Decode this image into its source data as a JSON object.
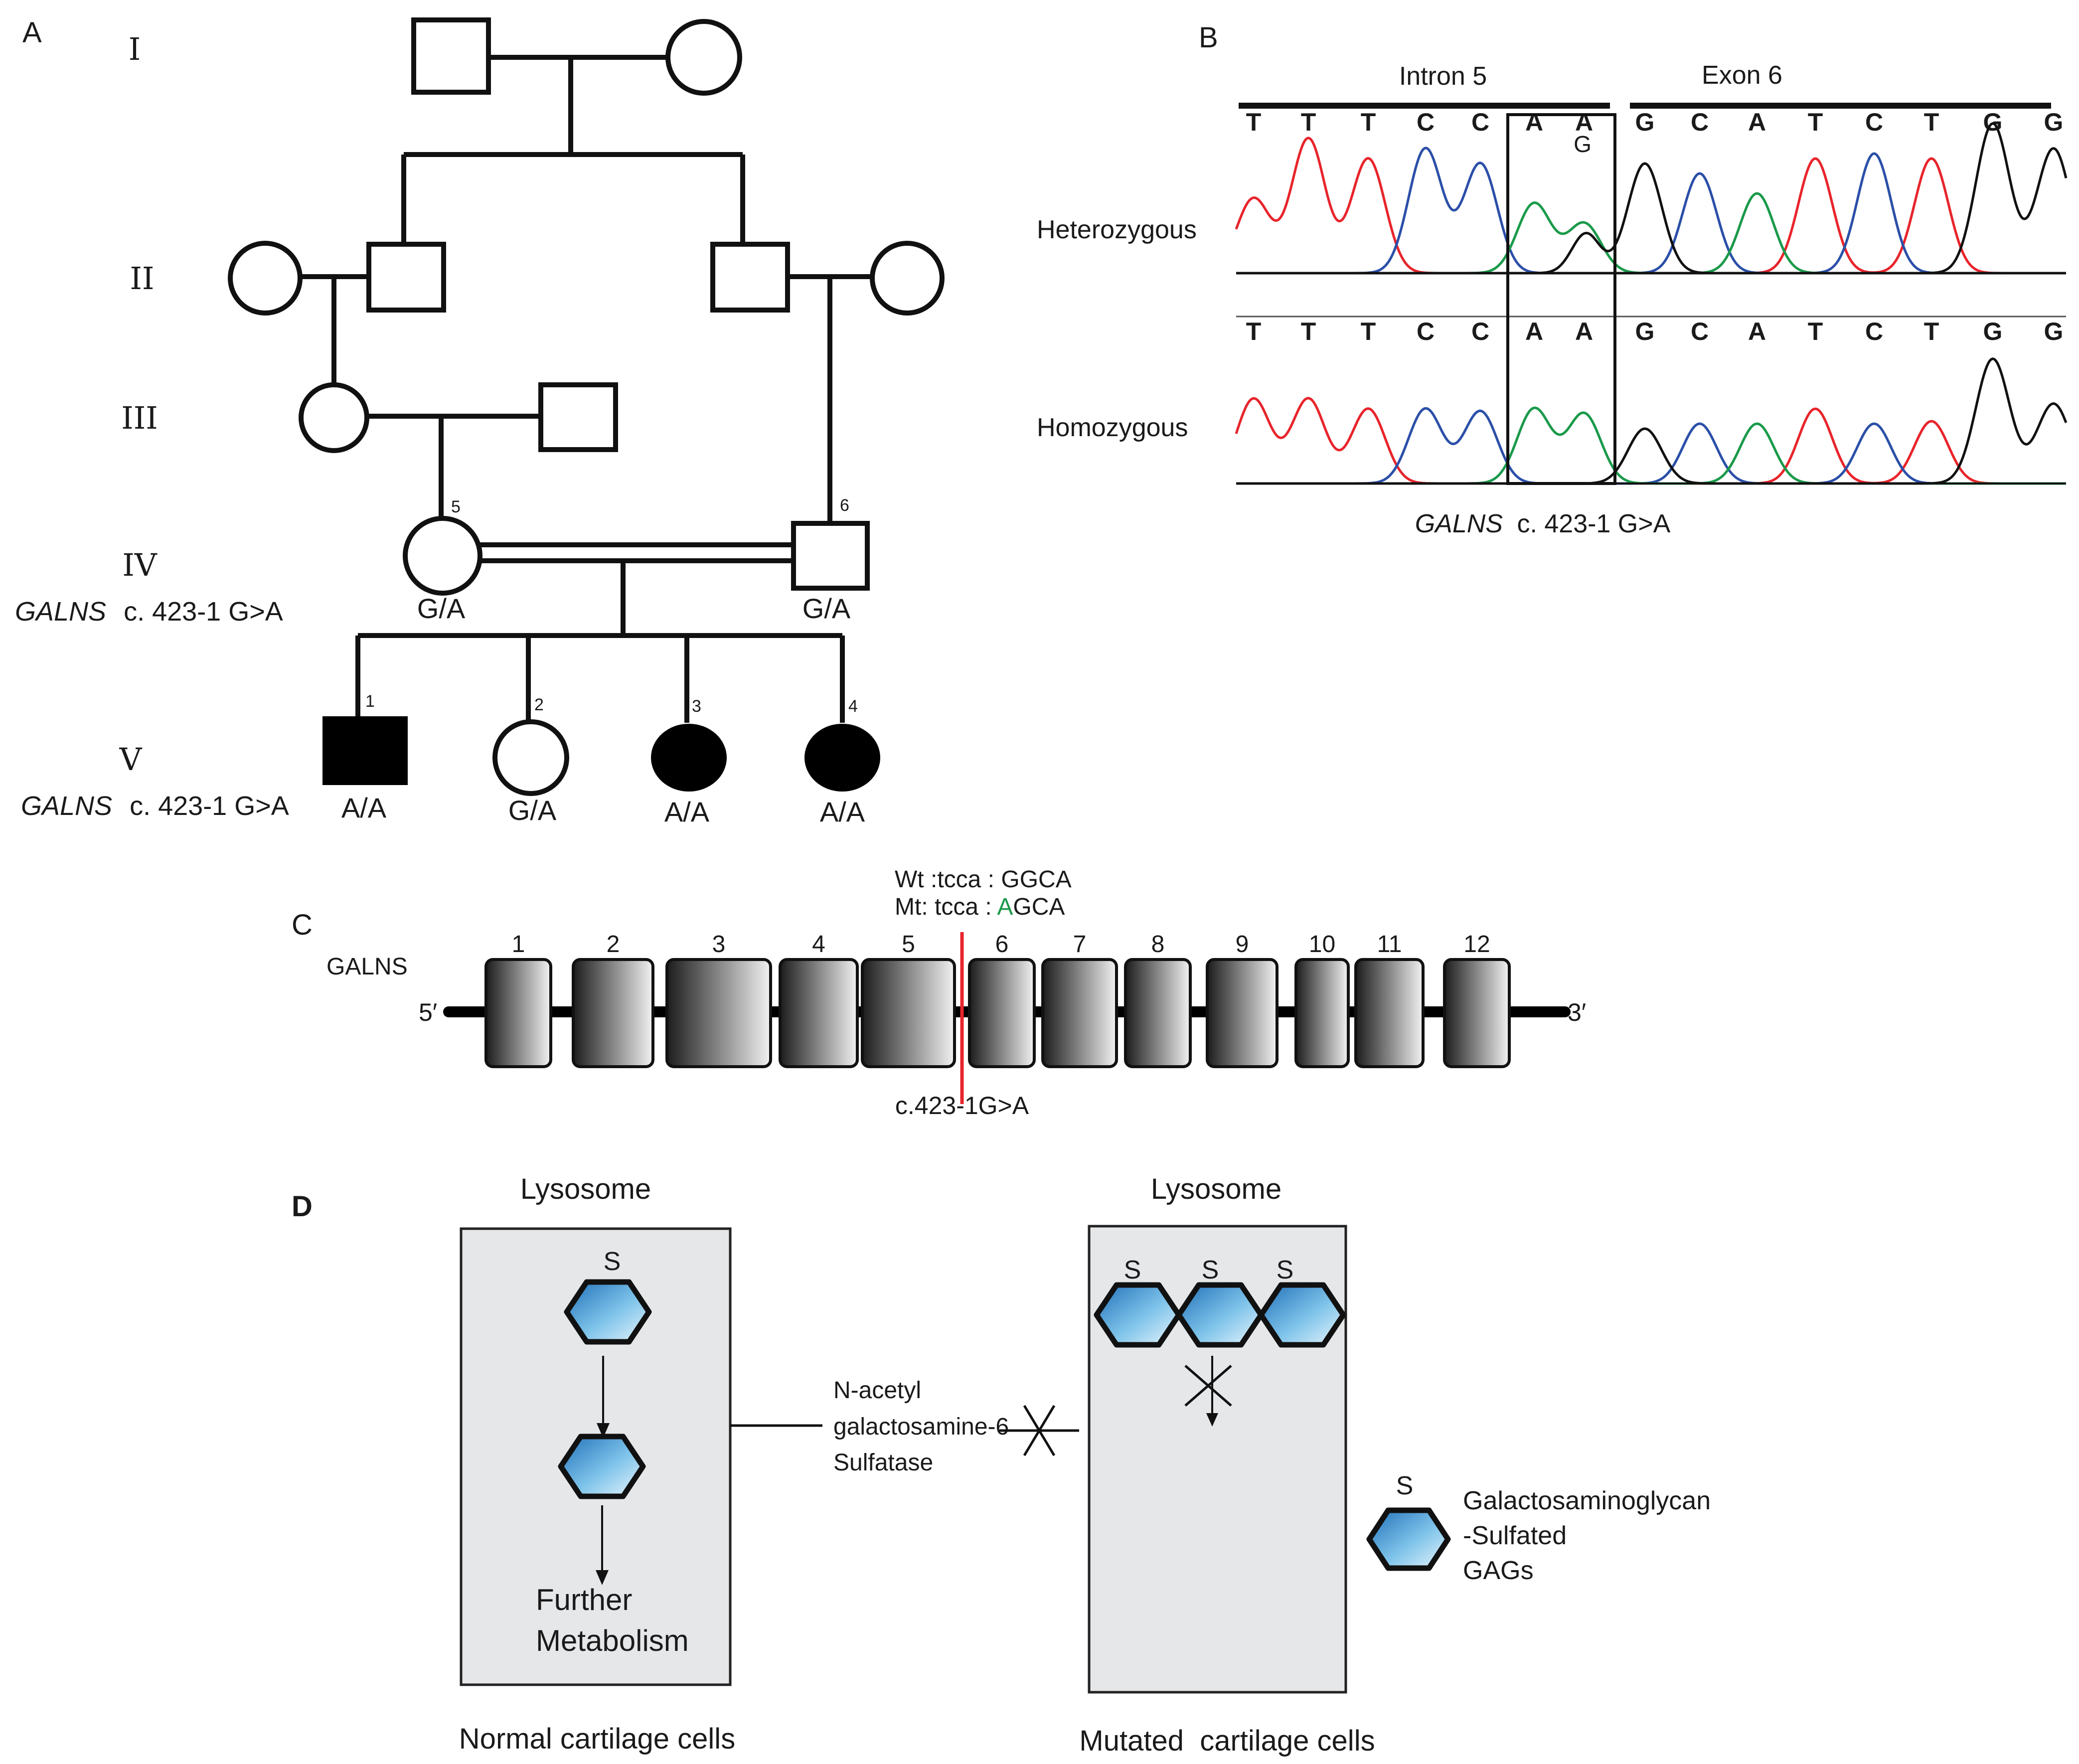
{
  "panels": {
    "a": "A",
    "b": "B",
    "c": "C",
    "d": "D"
  },
  "pedigree": {
    "generations": [
      "I",
      "II",
      "III",
      "IV",
      "V"
    ],
    "gene_italic": "GALNS",
    "variant": "c. 423-1 G>A",
    "individual_numbers": [
      "1",
      "2",
      "3",
      "4",
      "5",
      "6"
    ],
    "genotypes": {
      "iv5": "G/A",
      "iv6": "G/A",
      "v1": "A/A",
      "v2": "G/A",
      "v3": "A/A",
      "v4": "A/A"
    }
  },
  "chromatogram": {
    "intron_label": "Intron 5",
    "exon_label": "Exon 6",
    "row1_label": "Heterozygous",
    "row2_label": "Homozygous",
    "het_extra_base": "G",
    "bases": [
      "T",
      "T",
      "T",
      "C",
      "C",
      "A",
      "A",
      "G",
      "C",
      "A",
      "T",
      "C",
      "T",
      "G",
      "G"
    ],
    "base_colors": {
      "T": "#e8242b",
      "C": "#2b4fa8",
      "A": "#1a9a4a",
      "G": "#111111"
    },
    "caption_gene": "GALNS",
    "caption_variant": "c. 423-1 G>A"
  },
  "gene_map": {
    "gene_name": "GALNS",
    "five_prime": "5′",
    "three_prime": "3′",
    "wt_label": "Wt :tcca : GGCA",
    "mt_prefix": "Mt: tcca : ",
    "mt_mutant_base": "A",
    "mt_suffix": "GCA",
    "mutant_color": "#1a9a4a",
    "exons": [
      "1",
      "2",
      "3",
      "4",
      "5",
      "6",
      "7",
      "8",
      "9",
      "10",
      "11",
      "12"
    ],
    "mutation_label": "c.423-1G>A",
    "mutation_line_color": "#e8242b"
  },
  "pathway": {
    "lysosome_left": "Lysosome",
    "lysosome_right": "Lysosome",
    "sulfate_label": "S",
    "further_line1": "Further",
    "further_line2": "Metabolism",
    "enzyme_line1": "N-acetyl",
    "enzyme_line2": "galactosamine-6",
    "enzyme_line3": "Sulfatase",
    "legend_line1": "Galactosaminoglycan",
    "legend_line2": "-Sulfated",
    "legend_line3": "GAGs",
    "caption_normal": "Normal cartilage cells",
    "caption_mutated": "Mutated  cartilage cells"
  }
}
